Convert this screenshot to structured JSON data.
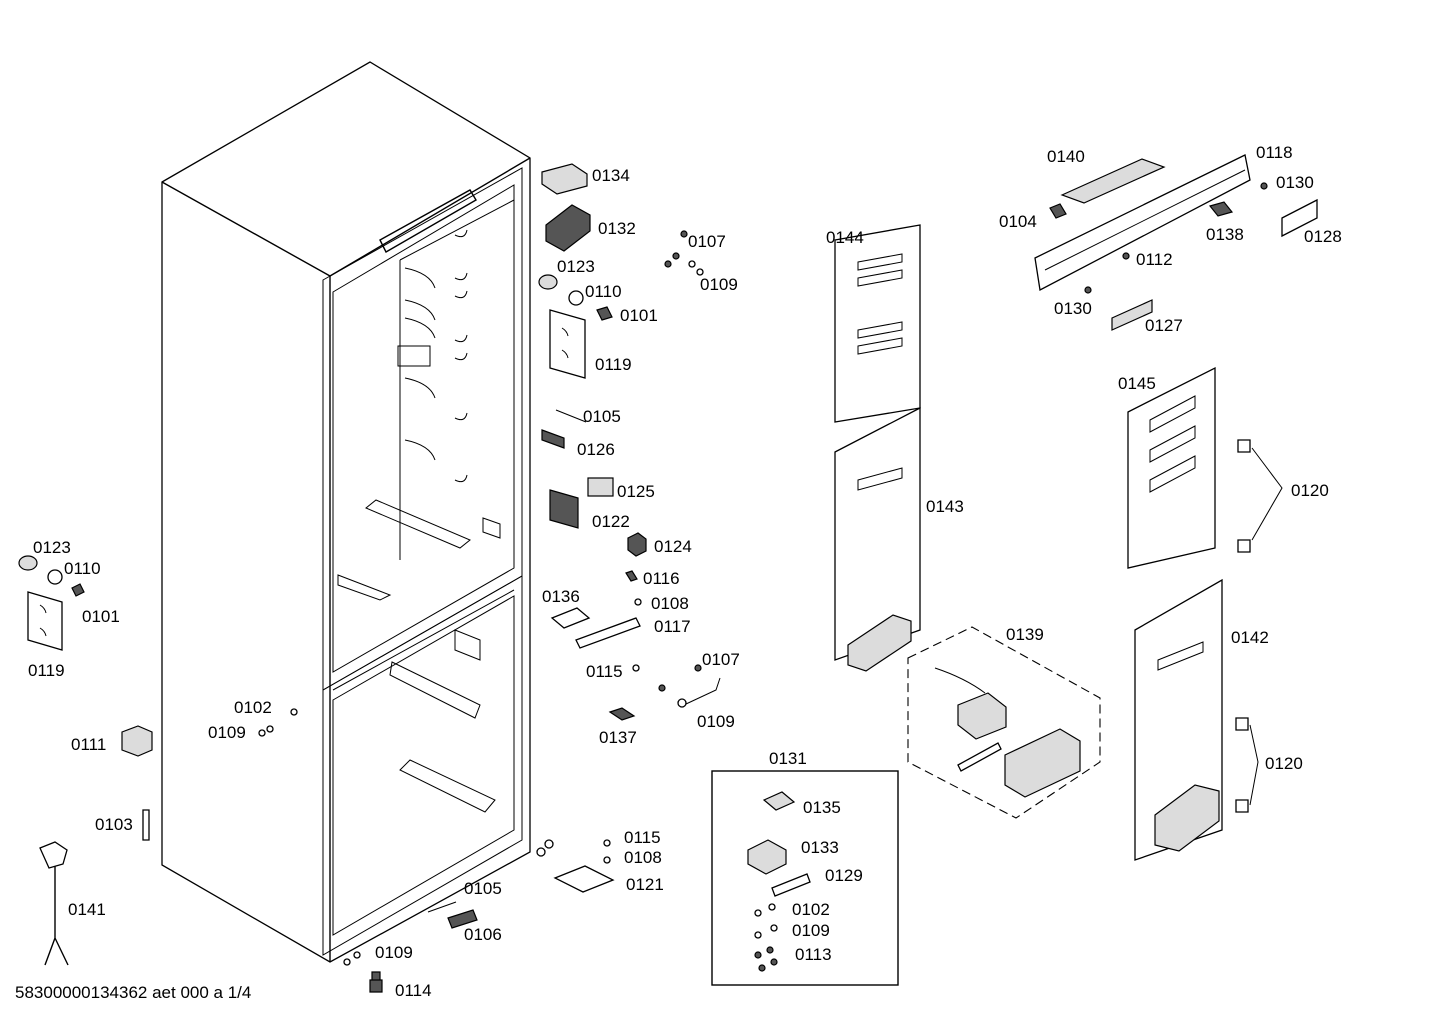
{
  "document_code": "58300000134362 aet 000 a 1/4",
  "part_labels": [
    {
      "id": "p0134",
      "text": "0134"
    },
    {
      "id": "p0132",
      "text": "0132"
    },
    {
      "id": "p0107a",
      "text": "0107"
    },
    {
      "id": "p0109a",
      "text": "0109"
    },
    {
      "id": "p0123a",
      "text": "0123"
    },
    {
      "id": "p0110a",
      "text": "0110"
    },
    {
      "id": "p0101a",
      "text": "0101"
    },
    {
      "id": "p0119a",
      "text": "0119"
    },
    {
      "id": "p0105a",
      "text": "0105"
    },
    {
      "id": "p0126",
      "text": "0126"
    },
    {
      "id": "p0125",
      "text": "0125"
    },
    {
      "id": "p0122",
      "text": "0122"
    },
    {
      "id": "p0124",
      "text": "0124"
    },
    {
      "id": "p0116",
      "text": "0116"
    },
    {
      "id": "p0136",
      "text": "0136"
    },
    {
      "id": "p0108a",
      "text": "0108"
    },
    {
      "id": "p0117",
      "text": "0117"
    },
    {
      "id": "p0115a",
      "text": "0115"
    },
    {
      "id": "p0107b",
      "text": "0107"
    },
    {
      "id": "p0109b",
      "text": "0109"
    },
    {
      "id": "p0137",
      "text": "0137"
    },
    {
      "id": "p0123b",
      "text": "0123"
    },
    {
      "id": "p0110b",
      "text": "0110"
    },
    {
      "id": "p0101b",
      "text": "0101"
    },
    {
      "id": "p0119b",
      "text": "0119"
    },
    {
      "id": "p0102a",
      "text": "0102"
    },
    {
      "id": "p0109c",
      "text": "0109"
    },
    {
      "id": "p0111",
      "text": "0111"
    },
    {
      "id": "p0103",
      "text": "0103"
    },
    {
      "id": "p0141",
      "text": "0141"
    },
    {
      "id": "p0115b",
      "text": "0115"
    },
    {
      "id": "p0108b",
      "text": "0108"
    },
    {
      "id": "p0121",
      "text": "0121"
    },
    {
      "id": "p0105b",
      "text": "0105"
    },
    {
      "id": "p0106",
      "text": "0106"
    },
    {
      "id": "p0109d",
      "text": "0109"
    },
    {
      "id": "p0114",
      "text": "0114"
    },
    {
      "id": "p0144",
      "text": "0144"
    },
    {
      "id": "p0143",
      "text": "0143"
    },
    {
      "id": "p0140",
      "text": "0140"
    },
    {
      "id": "p0118",
      "text": "0118"
    },
    {
      "id": "p0130a",
      "text": "0130"
    },
    {
      "id": "p0104",
      "text": "0104"
    },
    {
      "id": "p0138",
      "text": "0138"
    },
    {
      "id": "p0128",
      "text": "0128"
    },
    {
      "id": "p0112",
      "text": "0112"
    },
    {
      "id": "p0130b",
      "text": "0130"
    },
    {
      "id": "p0127",
      "text": "0127"
    },
    {
      "id": "p0145",
      "text": "0145"
    },
    {
      "id": "p0120a",
      "text": "0120"
    },
    {
      "id": "p0139",
      "text": "0139"
    },
    {
      "id": "p0142",
      "text": "0142"
    },
    {
      "id": "p0120b",
      "text": "0120"
    },
    {
      "id": "p0131",
      "text": "0131"
    },
    {
      "id": "p0135",
      "text": "0135"
    },
    {
      "id": "p0133",
      "text": "0133"
    },
    {
      "id": "p0129",
      "text": "0129"
    },
    {
      "id": "p0102b",
      "text": "0102"
    },
    {
      "id": "p0109e",
      "text": "0109"
    },
    {
      "id": "p0113",
      "text": "0113"
    }
  ]
}
